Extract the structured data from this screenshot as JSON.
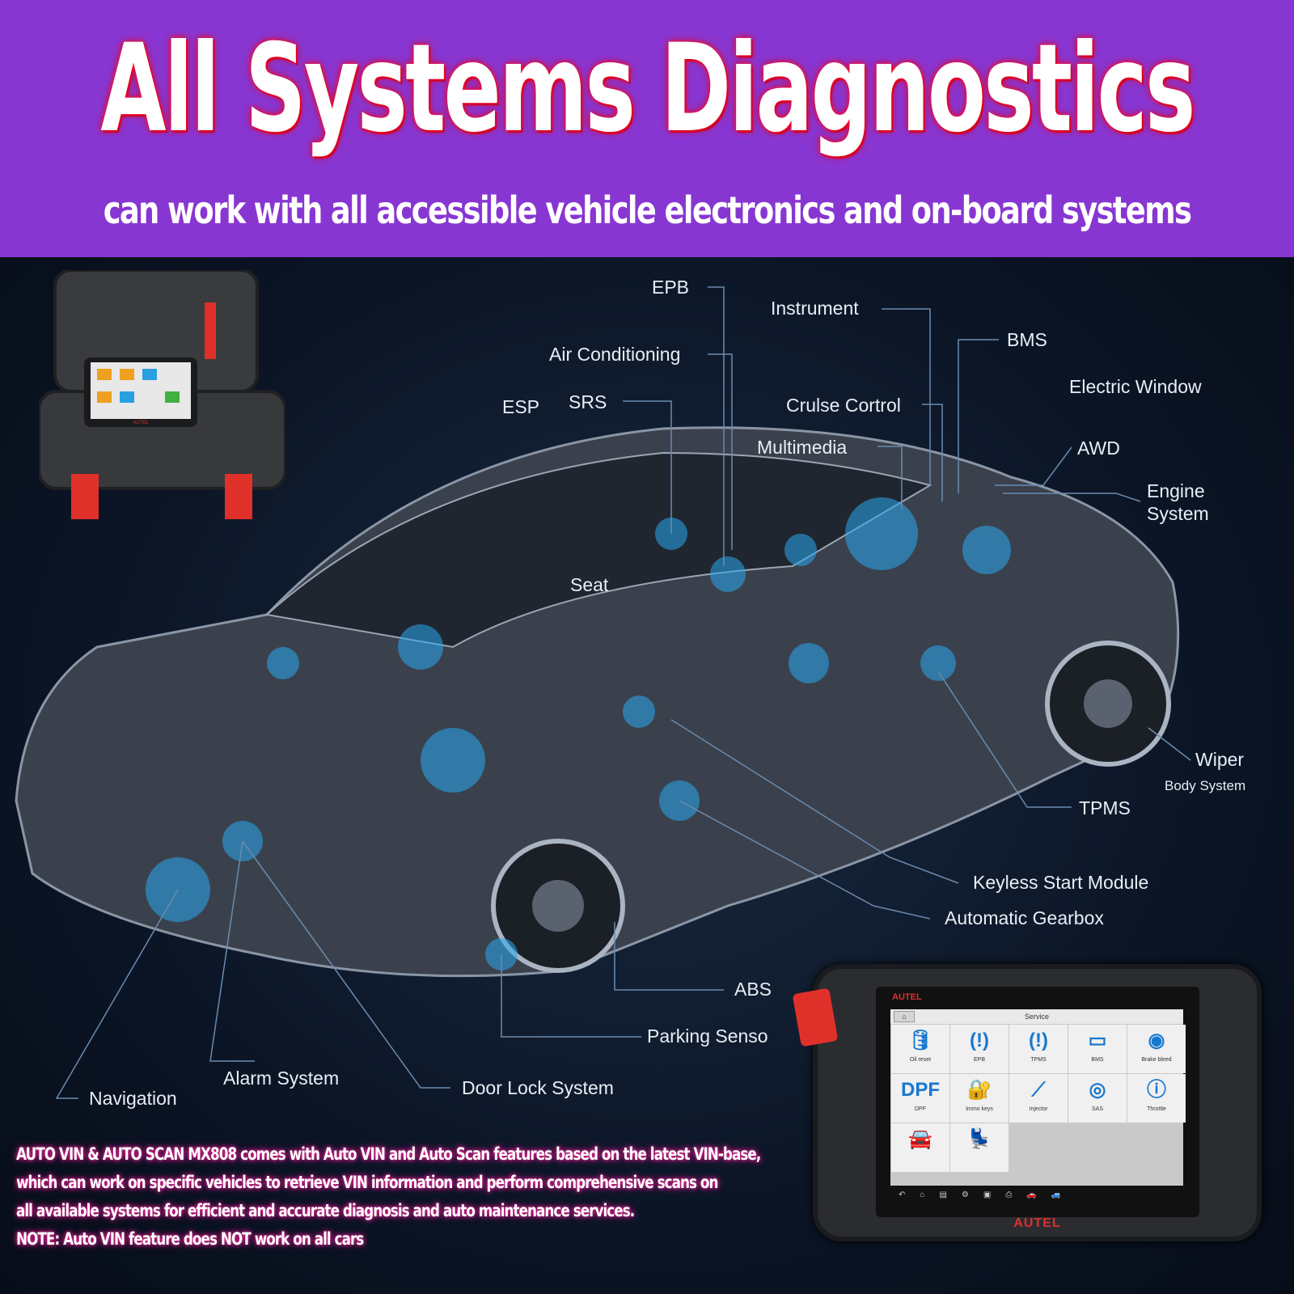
{
  "header": {
    "title": "All Systems Diagnostics",
    "subtitle": "can work with all accessible vehicle electronics and on-board systems"
  },
  "labels": {
    "epb": "EPB",
    "instrument": "Instrument",
    "air_conditioning": "Air Conditioning",
    "bms": "BMS",
    "electric_window": "Electric Window",
    "esp": "ESP",
    "srs": "SRS",
    "cruise_control": "Crulse Cortrol",
    "multimedia": "Multimedia",
    "awd": "AWD",
    "engine_system_1": "Engine",
    "engine_system_2": "System",
    "seat": "Seat",
    "wiper": "Wiper",
    "body_system": "Body System",
    "tpms": "TPMS",
    "keyless": "Keyless Start Module",
    "gearbox": "Automatic Gearbox",
    "abs": "ABS",
    "parking": "Parking Senso",
    "alarm": "Alarm System",
    "door_lock": "Door Lock System",
    "navigation": "Navigation"
  },
  "tablet": {
    "brand": "AUTEL",
    "screen_title": "Service",
    "home_icon": "⌂",
    "tiles": [
      {
        "icon": "oil-can-icon",
        "glyph": "🛢",
        "label": "Oil reset"
      },
      {
        "icon": "epb-icon",
        "glyph": "(!)",
        "label": "EPB"
      },
      {
        "icon": "tpms-icon",
        "glyph": "(!)",
        "label": "TPMS"
      },
      {
        "icon": "battery-icon",
        "glyph": "▭",
        "label": "BMS"
      },
      {
        "icon": "brake-bleed-icon",
        "glyph": "◉",
        "label": "Brake bleed"
      },
      {
        "icon": "dpf-icon",
        "glyph": "DPF",
        "label": "DPF"
      },
      {
        "icon": "immo-keys-icon",
        "glyph": "🔐",
        "label": "Immo keys"
      },
      {
        "icon": "injector-icon",
        "glyph": "⟋",
        "label": "Injector"
      },
      {
        "icon": "steering-wheel-icon",
        "glyph": "◎",
        "label": "SAS"
      },
      {
        "icon": "throttle-icon",
        "glyph": "ⓘ",
        "label": "Throttle"
      },
      {
        "icon": "car-door-icon",
        "glyph": "🚘",
        "label": ""
      },
      {
        "icon": "seat-icon",
        "glyph": "💺",
        "label": ""
      }
    ],
    "nav": [
      "↶",
      "⌂",
      "▤",
      "⚙",
      "▣",
      "⎙",
      "🚗",
      "🚙"
    ]
  },
  "case_brand": "AUTEL",
  "note": {
    "lines": [
      "AUTO VIN & AUTO SCAN MX808 comes with Auto VIN and Auto Scan features based on the latest VIN-base,",
      "which can work on specific vehicles to retrieve VIN information and perform comprehensive scans on",
      "all available systems for efficient and accurate diagnosis and auto maintenance services.",
      "NOTE: Auto VIN feature does NOT work on all cars"
    ]
  }
}
